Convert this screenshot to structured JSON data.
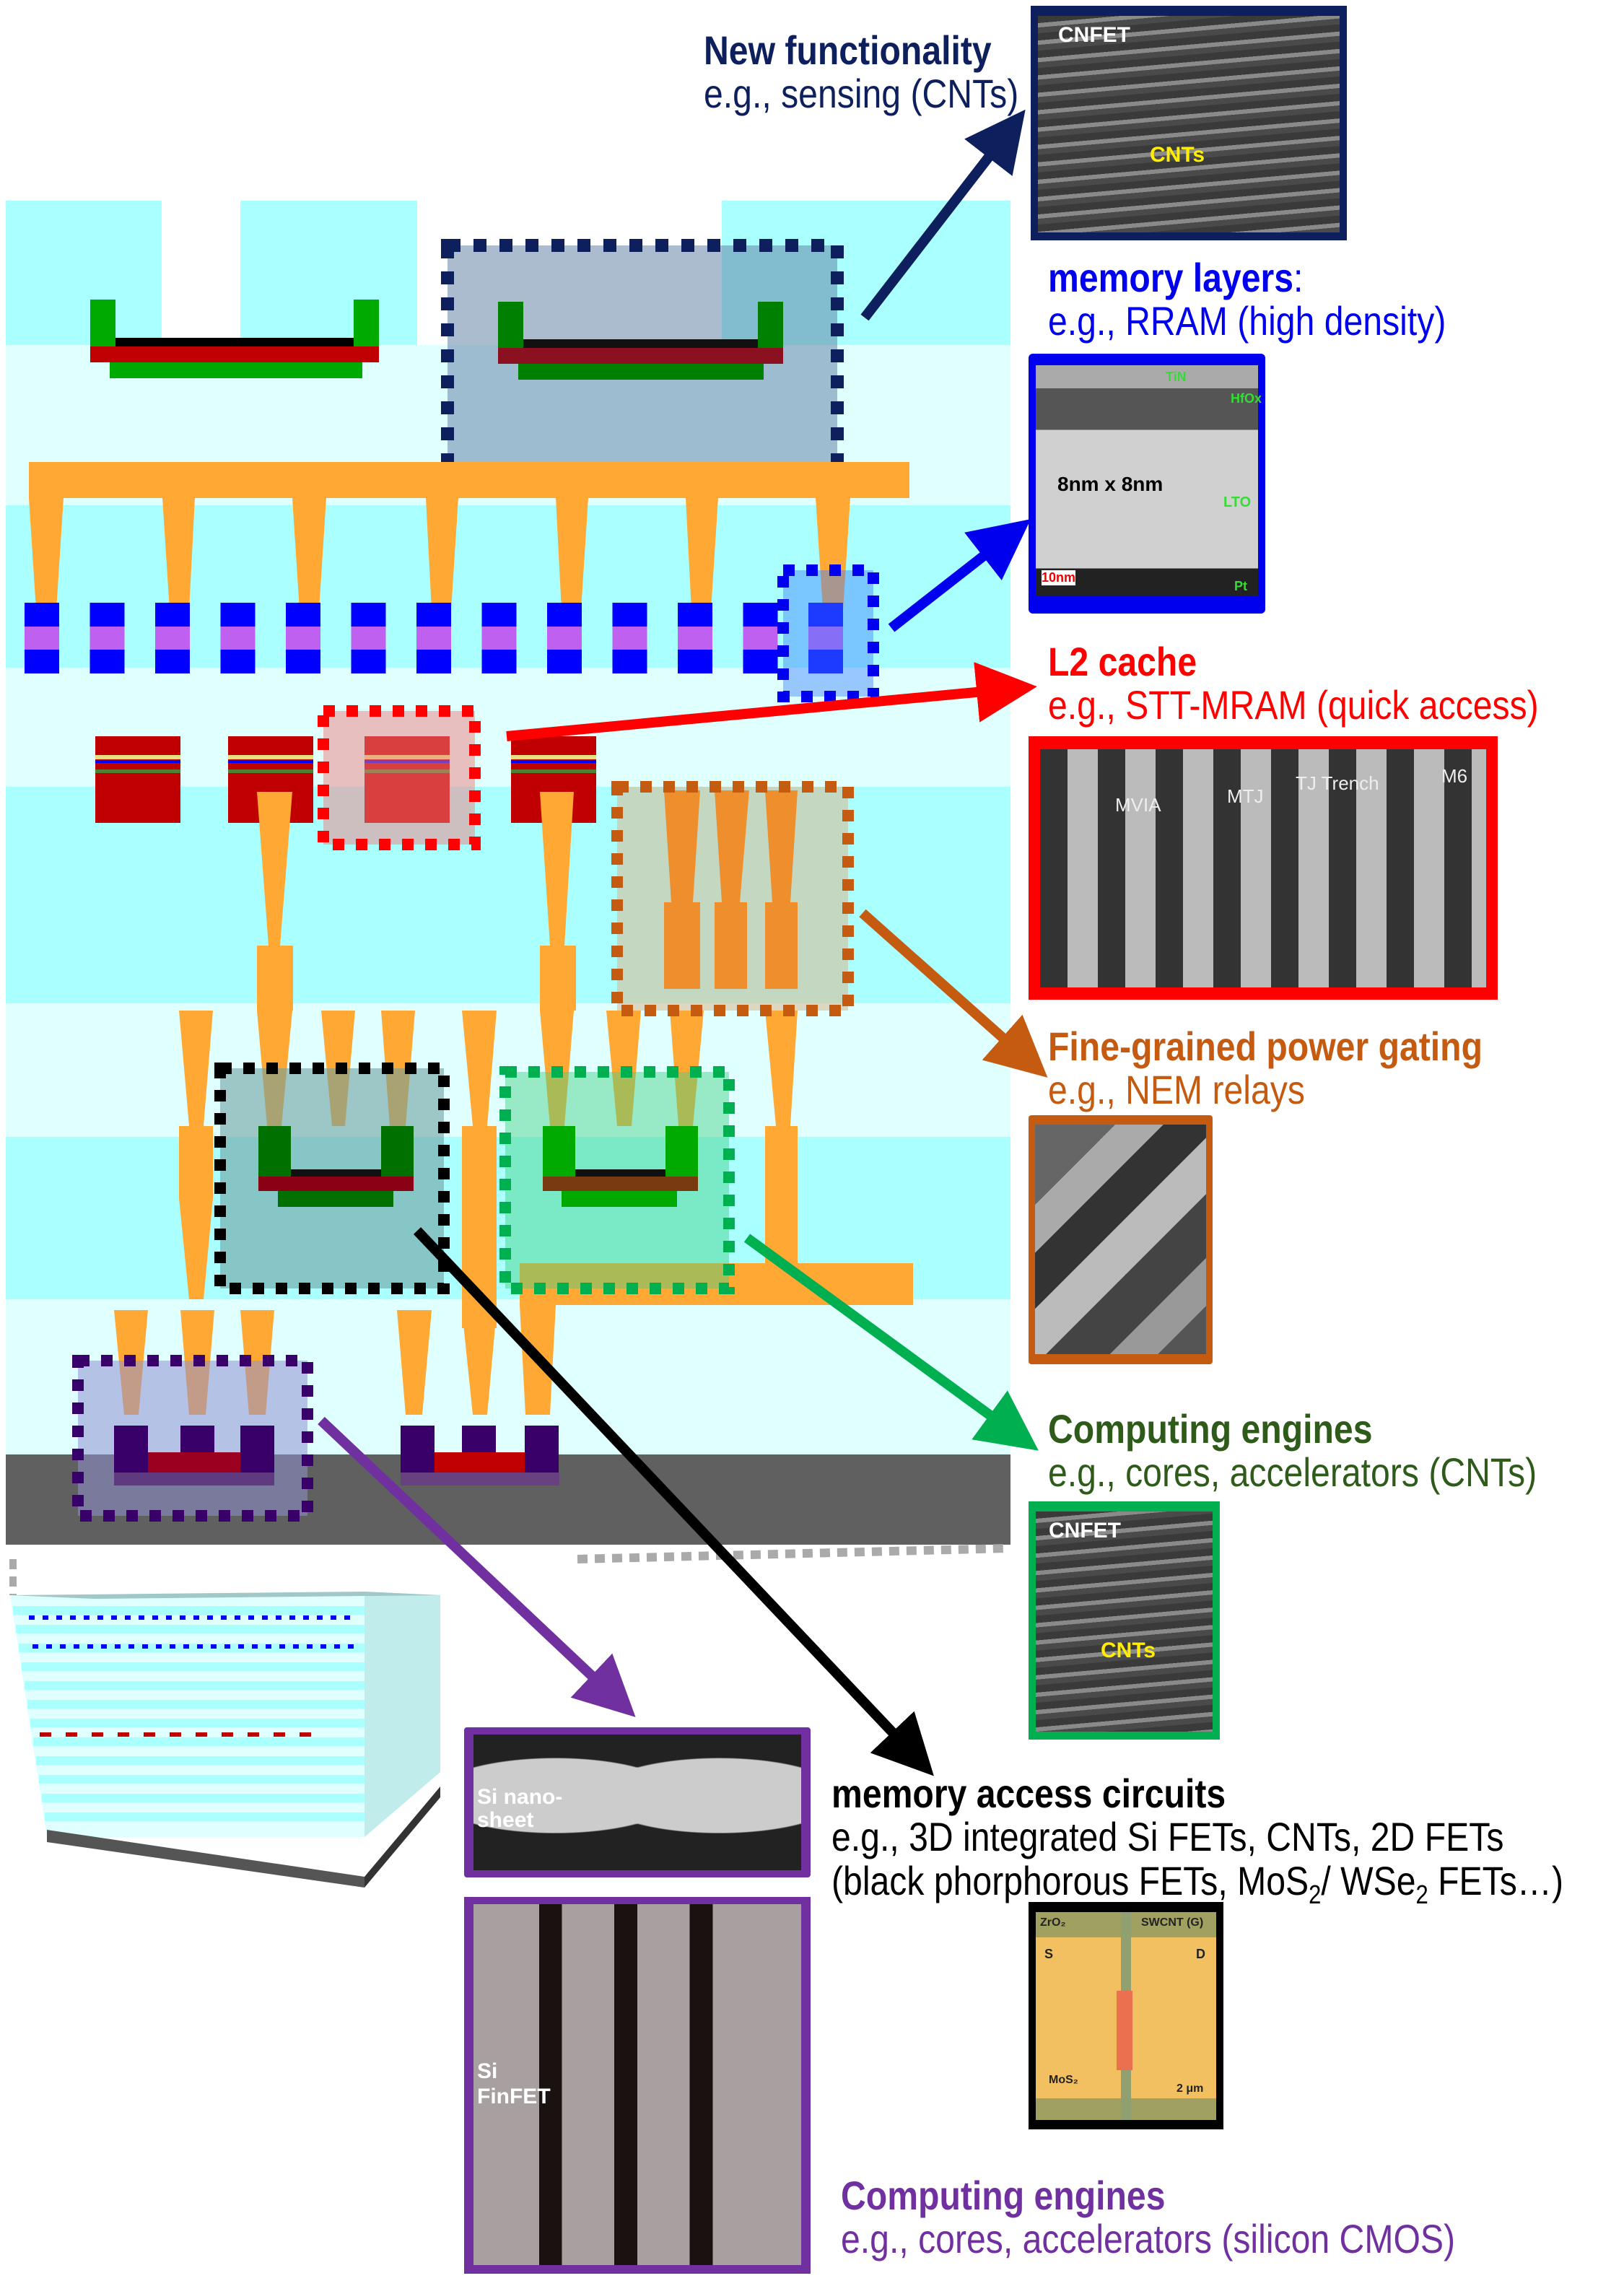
{
  "figure": {
    "title": "Monolithic 3D integrated chip cross-section with emerging technologies",
    "colors": {
      "ild_dark": "#aaffff",
      "ild_light": "#e0ffff",
      "interconnect": "#ffa833",
      "substrate": "#606060",
      "rram": "#0000ff",
      "rram_mid": "#c060f0",
      "mram": "#c00000",
      "cnfet_green": "#00aa00",
      "gate_red": "#c00000",
      "si_purple": "#3a006a"
    }
  },
  "callouts": [
    {
      "id": "new-functionality",
      "title": "New functionality",
      "subtitle": "e.g., sensing (CNTs)",
      "color": "#0d1f5c",
      "image_labels": [
        "CNFET",
        "CNTs"
      ]
    },
    {
      "id": "memory-layers",
      "title": "memory layers",
      "title_suffix": ":",
      "subtitle": "e.g., RRAM (high density)",
      "color": "#0000ee",
      "image_labels": [
        "TiN",
        "HfOx",
        "8nm x 8nm",
        "LTO",
        "10nm",
        "Pt"
      ]
    },
    {
      "id": "l2-cache",
      "title": "L2 cache",
      "subtitle": "e.g., STT-MRAM (quick access)",
      "color": "#ff0000",
      "image_labels": [
        "MVIA",
        "MTJ",
        "TJ Trench",
        "M6"
      ]
    },
    {
      "id": "power-gating",
      "title": "Fine-grained power gating",
      "subtitle": "e.g., NEM relays",
      "color": "#c55a11",
      "image_labels": []
    },
    {
      "id": "computing-cnt",
      "title": "Computing engines",
      "subtitle": "e.g., cores, accelerators (CNTs)",
      "color": "#2e5a1a",
      "image_labels": [
        "CNFET",
        "CNTs"
      ]
    },
    {
      "id": "memory-access",
      "title": "memory access circuits",
      "subtitle": "e.g., 3D integrated Si FETs, CNTs, 2D FETs",
      "subtitle2_pre": "(black phorphorous FETs, MoS",
      "sub_a": "2",
      "subtitle2_mid": "/ WSe",
      "sub_b": "2",
      "subtitle2_post": " FETs…)",
      "color": "#000000",
      "image_labels": [
        "ZrO₂",
        "SWCNT (G)",
        "S",
        "D",
        "MoS₂",
        "2 μm"
      ]
    },
    {
      "id": "computing-cmos",
      "title": "Computing engines",
      "subtitle": "e.g., cores, accelerators (silicon CMOS)",
      "color": "#7030a0",
      "image_labels": [
        "Si nano-",
        "sheet",
        "Si",
        "FinFET"
      ]
    }
  ]
}
